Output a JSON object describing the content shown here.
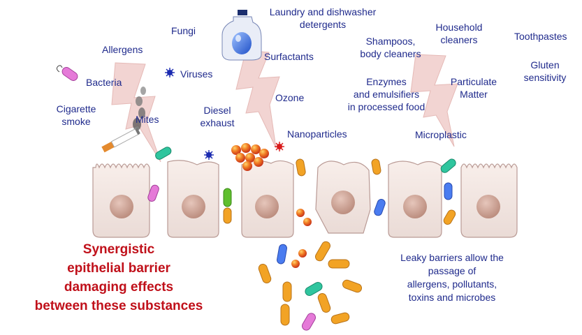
{
  "labels": {
    "fungi": "Fungi",
    "laundry": "Laundry and dishwasher\ndetergents",
    "household": "Household\ncleaners",
    "toothpastes": "Toothpastes",
    "allergens": "Allergens",
    "shampoos": "Shampoos,\nbody cleaners",
    "gluten": "Gluten\nsensitivity",
    "surfactants": "Surfactants",
    "viruses": "Viruses",
    "bacteria": "Bacteria",
    "enzymes": "Enzymes\nand emulsifiers\nin processed food",
    "particulate": "Particulate\nMatter",
    "ozone": "Ozone",
    "cigarette": "Cigarette\nsmoke",
    "diesel": "Diesel\nexhaust",
    "mites": "Mites",
    "nanoparticles": "Nanoparticles",
    "microplastic": "Microplastic"
  },
  "synergy_text": "Synergistic\nepithelial barrier\ndamaging effects\nbetween these substances",
  "leaky_text": "Leaky barriers allow the\npassage of\nallergens, pollutants,\ntoxins and microbes",
  "colors": {
    "label_text": "#1f2a8c",
    "synergy_text": "#c0101a",
    "cell_fill": "#f3e6e2",
    "nucleus": "#c9a193",
    "lightning": "#f2d4d2",
    "bottle": "#3a6fd8",
    "particle": "#e8561e",
    "virus": "#1a2ab0"
  },
  "icons": [
    "lightning-bolt-icon",
    "detergent-bottle-icon",
    "virus-icon",
    "bacterium-icon",
    "cigarette-icon",
    "nanoparticle-icon",
    "epithelial-cell-icon",
    "microbe-capsule-icon"
  ]
}
